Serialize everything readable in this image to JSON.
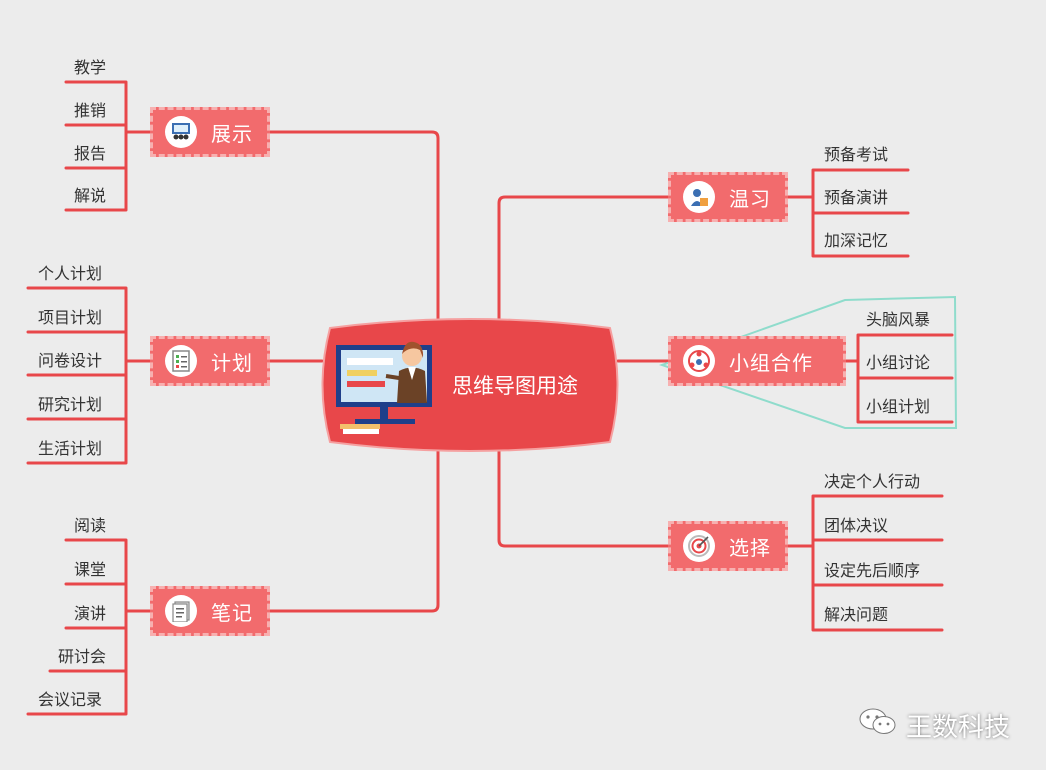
{
  "center": {
    "label": "思维导图用途"
  },
  "branches": {
    "zhanshi": {
      "label": "展示",
      "icon": "presentation-icon",
      "items": [
        "教学",
        "推销",
        "报告",
        "解说"
      ]
    },
    "jihua": {
      "label": "计划",
      "icon": "checklist-icon",
      "items": [
        "个人计划",
        "项目计划",
        "问卷设计",
        "研究计划",
        "生活计划"
      ]
    },
    "biji": {
      "label": "笔记",
      "icon": "notes-icon",
      "items": [
        "阅读",
        "课堂",
        "演讲",
        "研讨会",
        "会议记录"
      ]
    },
    "wenxi": {
      "label": "温习",
      "icon": "review-icon",
      "items": [
        "预备考试",
        "预备演讲",
        "加深记忆"
      ]
    },
    "xiaozu": {
      "label": "小组合作",
      "icon": "team-icon",
      "items": [
        "头脑风暴",
        "小组讨论",
        "小组计划"
      ]
    },
    "xuanze": {
      "label": "选择",
      "icon": "target-icon",
      "items": [
        "决定个人行动",
        "团体决议",
        "设定先后顺序",
        "解决问题"
      ]
    }
  },
  "colors": {
    "branch_line": "#e8474a",
    "node_fill": "#f26b6d",
    "center_fill": "#e8474a",
    "highlight_outline": "#8fdccc"
  },
  "watermark": {
    "text": "王数科技",
    "icon": "wechat-icon"
  }
}
